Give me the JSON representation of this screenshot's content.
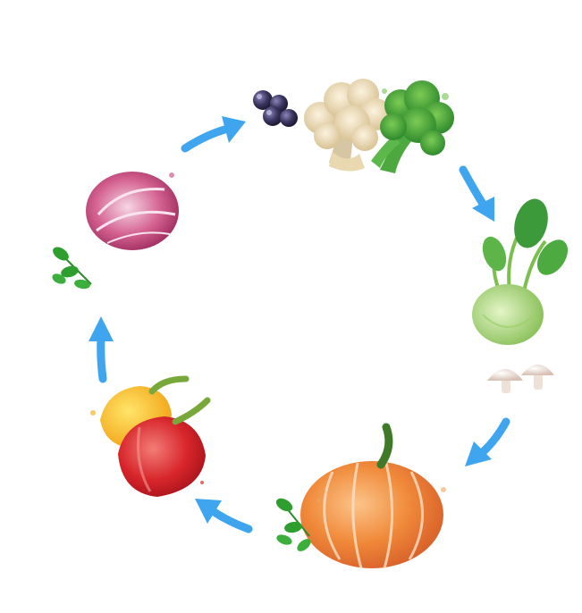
{
  "diagram": {
    "type": "cycle",
    "direction": "clockwise",
    "arrow_color": "#3EA5EE",
    "nodes": [
      {
        "id": "blueberries",
        "icon": "blueberries-icon",
        "color": "#2E2A4A"
      },
      {
        "id": "cauliflower",
        "icon": "cauliflower-icon",
        "color": "#E8D9B8"
      },
      {
        "id": "broccoli",
        "icon": "broccoli-icon",
        "color": "#3E9B3A"
      },
      {
        "id": "kohlrabi",
        "icon": "kohlrabi-icon",
        "color": "#A6D67A"
      },
      {
        "id": "mushrooms",
        "icon": "mushrooms-icon",
        "color": "#E6D4C8"
      },
      {
        "id": "pumpkin",
        "icon": "pumpkin-icon",
        "color": "#F08A3A"
      },
      {
        "id": "parsley",
        "icon": "parsley-icon",
        "color": "#2E9E2E"
      },
      {
        "id": "bell-peppers",
        "icon": "bell-peppers-icon",
        "color": "#D8262B"
      },
      {
        "id": "radicchio",
        "icon": "radicchio-icon",
        "color": "#C7457A"
      }
    ],
    "edges": [
      {
        "from": "radicchio",
        "to": "blueberries"
      },
      {
        "from": "broccoli",
        "to": "kohlrabi"
      },
      {
        "from": "mushrooms",
        "to": "pumpkin"
      },
      {
        "from": "pumpkin",
        "to": "bell-peppers"
      },
      {
        "from": "bell-peppers",
        "to": "radicchio"
      }
    ]
  }
}
